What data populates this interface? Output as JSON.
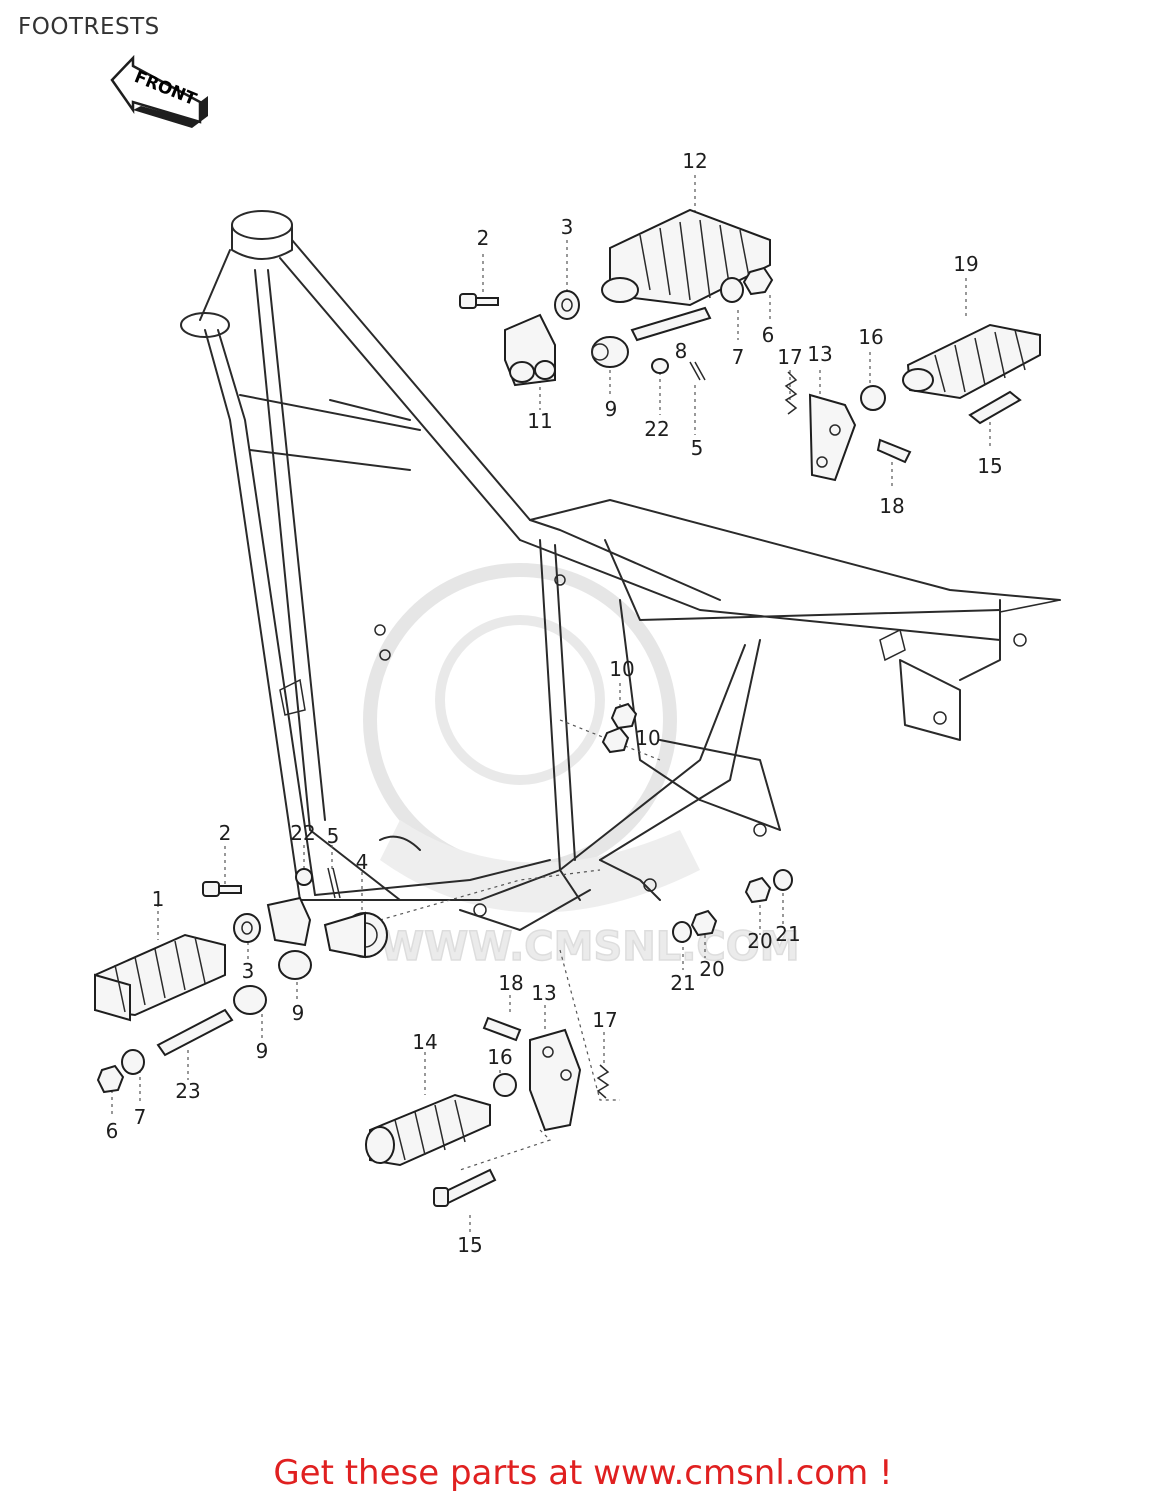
{
  "page": {
    "title": "FOOTRESTS",
    "footer_text": "Get these parts at www.cmsnl.com !"
  },
  "orientation_badge": {
    "label": "FRONT",
    "icon": "front-arrow-icon"
  },
  "watermark": {
    "text": "WWW.CMSNL.COM"
  },
  "callouts": [
    {
      "id": "c12",
      "text": "12"
    },
    {
      "id": "c2a",
      "text": "2"
    },
    {
      "id": "c3a",
      "text": "3"
    },
    {
      "id": "c19",
      "text": "19"
    },
    {
      "id": "c16a",
      "text": "16"
    },
    {
      "id": "c6a",
      "text": "6"
    },
    {
      "id": "c8a",
      "text": "8"
    },
    {
      "id": "c7a",
      "text": "7"
    },
    {
      "id": "c17a",
      "text": "17"
    },
    {
      "id": "c13a",
      "text": "13"
    },
    {
      "id": "c11",
      "text": "11"
    },
    {
      "id": "c9a",
      "text": "9"
    },
    {
      "id": "c22a",
      "text": "22"
    },
    {
      "id": "c5a",
      "text": "5"
    },
    {
      "id": "c15a",
      "text": "15"
    },
    {
      "id": "c18a",
      "text": "18"
    },
    {
      "id": "c10a",
      "text": "10"
    },
    {
      "id": "c10b",
      "text": "10"
    },
    {
      "id": "c2b",
      "text": "2"
    },
    {
      "id": "c22b",
      "text": "22"
    },
    {
      "id": "c5b",
      "text": "5"
    },
    {
      "id": "c4",
      "text": "4"
    },
    {
      "id": "c1",
      "text": "1"
    },
    {
      "id": "c3b",
      "text": "3"
    },
    {
      "id": "c9b",
      "text": "9"
    },
    {
      "id": "c9c",
      "text": "9"
    },
    {
      "id": "c23",
      "text": "23"
    },
    {
      "id": "c6b",
      "text": "6"
    },
    {
      "id": "c7b",
      "text": "7"
    },
    {
      "id": "c20a",
      "text": "20"
    },
    {
      "id": "c21a",
      "text": "21"
    },
    {
      "id": "c21b",
      "text": "21"
    },
    {
      "id": "c20b",
      "text": "20"
    },
    {
      "id": "c18b",
      "text": "18"
    },
    {
      "id": "c13b",
      "text": "13"
    },
    {
      "id": "c17b",
      "text": "17"
    },
    {
      "id": "c14",
      "text": "14"
    },
    {
      "id": "c16b",
      "text": "16"
    },
    {
      "id": "c15b",
      "text": "15"
    }
  ]
}
